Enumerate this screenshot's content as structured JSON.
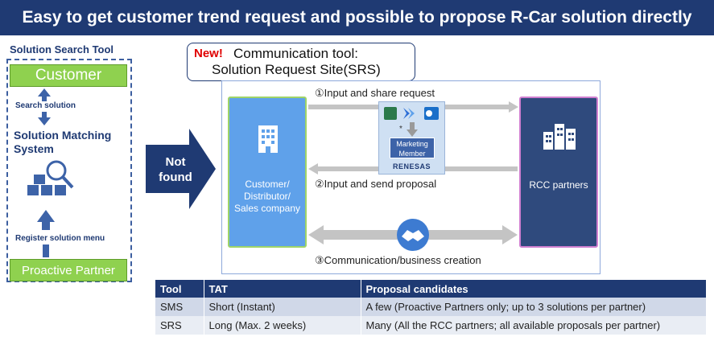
{
  "banner": {
    "title": "Easy to get customer trend request and possible to propose R-Car solution directly"
  },
  "left_panel": {
    "title": "Solution Search Tool",
    "customer": "Customer",
    "search_solution": "Search solution",
    "system_line1": "Solution Matching",
    "system_line2": "System",
    "register_menu": "Register solution menu",
    "proactive_partner": "Proactive Partner"
  },
  "not_found": {
    "line1": "Not",
    "line2": "found"
  },
  "srs": {
    "new_tag": "New!",
    "line1": "Communication tool:",
    "line2": "Solution Request Site(SRS)"
  },
  "diagram": {
    "customer_lines": [
      "Customer/",
      "Distributor/",
      "Sales company"
    ],
    "rcc": "RCC partners",
    "step1": "①Input and share request",
    "step2": "②Input and send proposal",
    "step3": "③Communication/business creation",
    "marketing_lines": [
      "Marketing",
      "Member"
    ],
    "asterisk": "*",
    "brand": "RENESAS"
  },
  "colors": {
    "navy": "#1f3a73",
    "green": "#8fd14f",
    "customer_blue": "#5fa1ea",
    "rcc_navy": "#2f4a7d",
    "arrow_gray": "#c4c4c4",
    "new_red": "#e00000"
  },
  "table": {
    "headers": [
      "Tool",
      "TAT",
      "Proposal candidates"
    ],
    "rows": [
      [
        "SMS",
        "Short (Instant)",
        "A few (Proactive Partners only; up to 3 solutions per partner)"
      ],
      [
        "SRS",
        "Long (Max. 2 weeks)",
        "Many (All the RCC partners; all available proposals per partner)"
      ]
    ]
  }
}
